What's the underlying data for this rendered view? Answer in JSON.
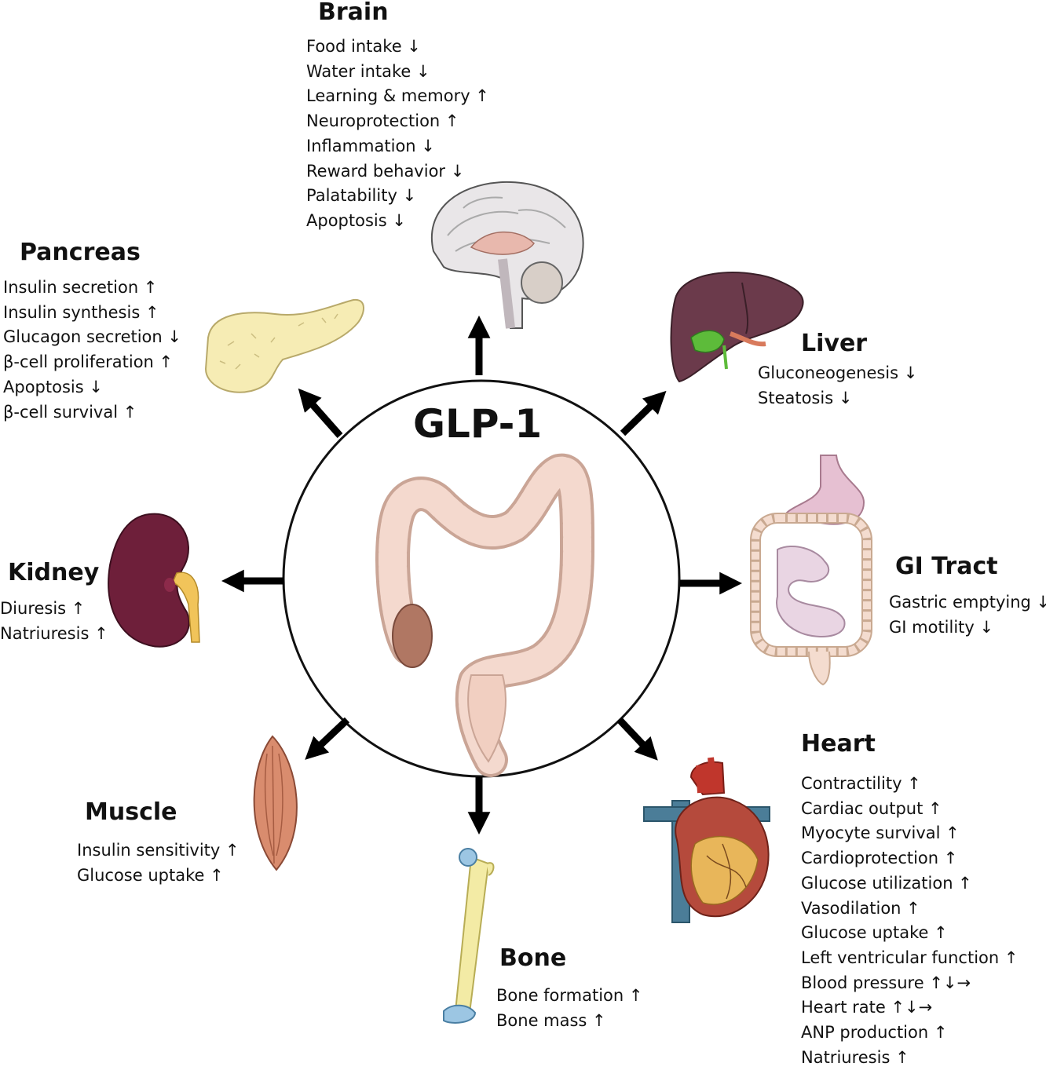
{
  "center_label": "GLP-1",
  "organs": {
    "brain": {
      "title": "Brain",
      "effects": [
        "Food intake ↓",
        "Water intake ↓",
        "Learning & memory ↑",
        "Neuroprotection ↑",
        "Inflammation ↓",
        "Reward behavior ↓",
        "Palatability ↓",
        "Apoptosis ↓"
      ]
    },
    "pancreas": {
      "title": "Pancreas",
      "effects": [
        "Insulin secretion ↑",
        "Insulin synthesis ↑",
        "Glucagon secretion ↓",
        "β-cell proliferation ↑",
        "Apoptosis ↓",
        "β-cell survival ↑"
      ]
    },
    "liver": {
      "title": "Liver",
      "effects": [
        "Gluconeogenesis ↓",
        "Steatosis ↓"
      ]
    },
    "kidney": {
      "title": "Kidney",
      "effects": [
        "Diuresis ↑",
        "Natriuresis ↑"
      ]
    },
    "gi_tract": {
      "title": "GI Tract",
      "effects": [
        "Gastric emptying ↓",
        "GI motility ↓"
      ]
    },
    "muscle": {
      "title": "Muscle",
      "effects": [
        "Insulin sensitivity ↑",
        "Glucose uptake ↑"
      ]
    },
    "bone": {
      "title": "Bone",
      "effects": [
        "Bone formation ↑",
        "Bone mass ↑"
      ]
    },
    "heart": {
      "title": "Heart",
      "effects": [
        "Contractility ↑",
        "Cardiac output ↑",
        "Myocyte survival ↑",
        "Cardioprotection ↑",
        "Glucose utilization ↑",
        "Vasodilation ↑",
        "Glucose uptake ↑",
        "Left ventricular function ↑",
        "Blood pressure ↑↓→",
        "Heart rate ↑↓→",
        "ANP production ↑",
        "Natriuresis ↑"
      ]
    }
  },
  "icons": {
    "brain": "brain-icon",
    "pancreas": "pancreas-icon",
    "liver": "liver-icon",
    "kidney": "kidney-icon",
    "gi_tract": "gi-tract-icon",
    "muscle": "muscle-icon",
    "bone": "bone-icon",
    "heart": "heart-icon",
    "intestine": "intestine-icon"
  },
  "colors": {
    "arrow": "#000000",
    "circle_stroke": "#111111",
    "brain": "#e9e6e8",
    "pancreas": "#f6ecb4",
    "liver": "#6b3a4b",
    "kidney": "#6e1f3a",
    "gi_tract": "#ead3df",
    "muscle": "#d98c6e",
    "bone": "#f3eba5",
    "heart": "#b54a3c",
    "intestine": "#f2d4c8"
  }
}
